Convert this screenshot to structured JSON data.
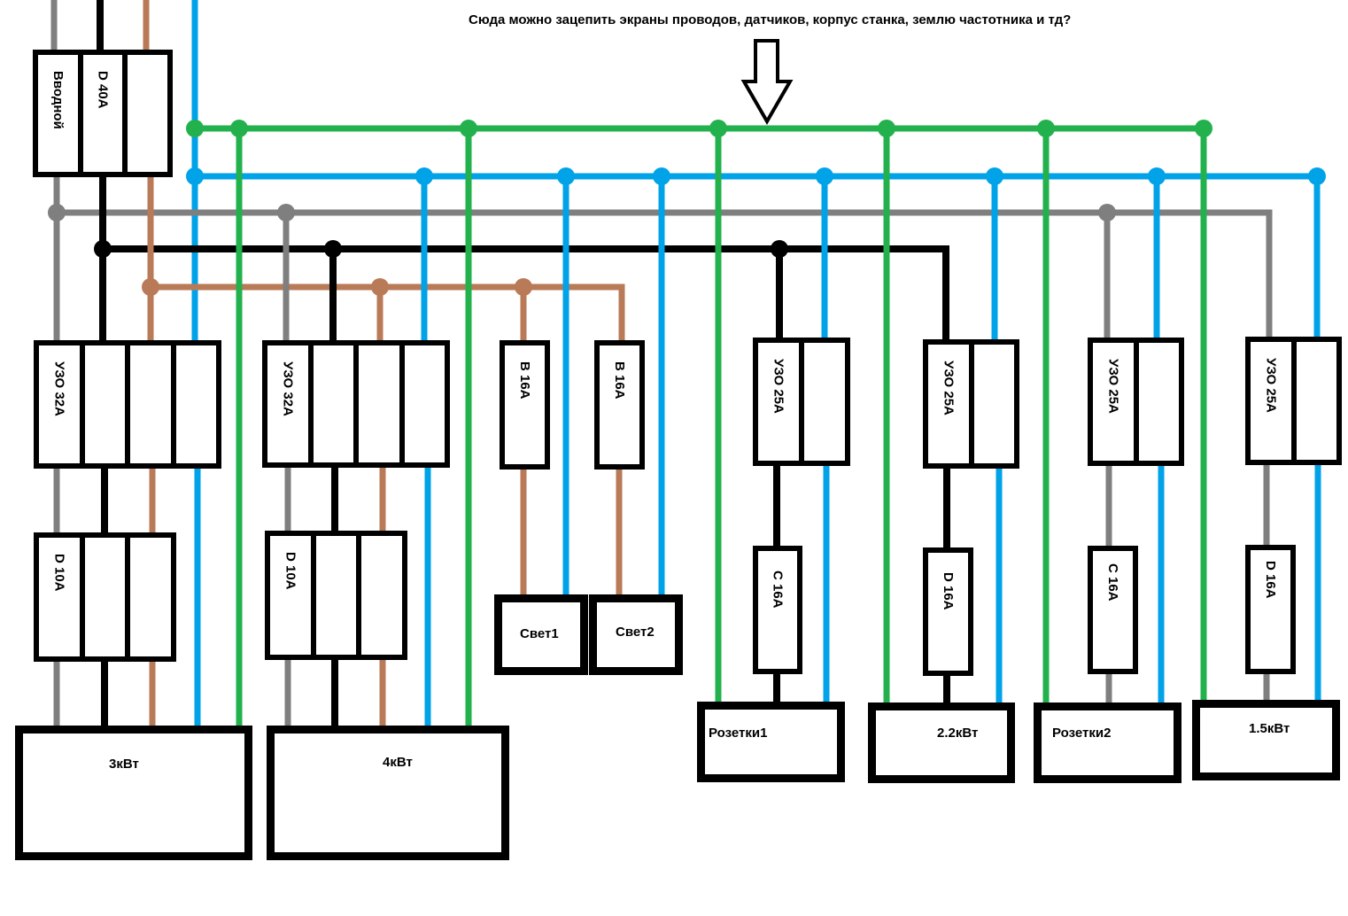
{
  "annotation": {
    "question": "Сюда можно зацепить экраны проводов, датчиков, корпус станка, землю частотника и тд?",
    "arrow_icon": "down-arrow-icon"
  },
  "wire_colors": {
    "pe_ground": "#22b14c",
    "neutral": "#00a2e8",
    "phase_l1": "#7f7f7f",
    "phase_l2": "#000000",
    "phase_l3": "#b97a57"
  },
  "breakers": {
    "main": {
      "label": "Вводной",
      "rating": "D 40A"
    },
    "rcd1": {
      "label": "УЗО 32А"
    },
    "rcd2": {
      "label": "УЗО 32А"
    },
    "mcb1": {
      "label": "D 10A"
    },
    "mcb2": {
      "label": "D 10A"
    },
    "light1_mcb": {
      "label": "B 16A"
    },
    "light2_mcb": {
      "label": "B 16A"
    },
    "rcd3": {
      "label": "УЗО 25А"
    },
    "rcd4": {
      "label": "УЗО 25А"
    },
    "rcd5": {
      "label": "УЗО 25А"
    },
    "rcd6": {
      "label": "УЗО 25А"
    },
    "mcb3": {
      "label": "C 16A"
    },
    "mcb4": {
      "label": "D 16A"
    },
    "mcb5": {
      "label": "C 16A"
    },
    "mcb6": {
      "label": "D 16A"
    }
  },
  "loads": {
    "load_3kw": "3кВт",
    "load_4kw": "4кВт",
    "light1": "Свет1",
    "light2": "Свет2",
    "sockets1": "Розетки1",
    "load_2_2kw": "2.2кВт",
    "sockets2": "Розетки2",
    "load_1_5kw": "1.5кВт"
  }
}
